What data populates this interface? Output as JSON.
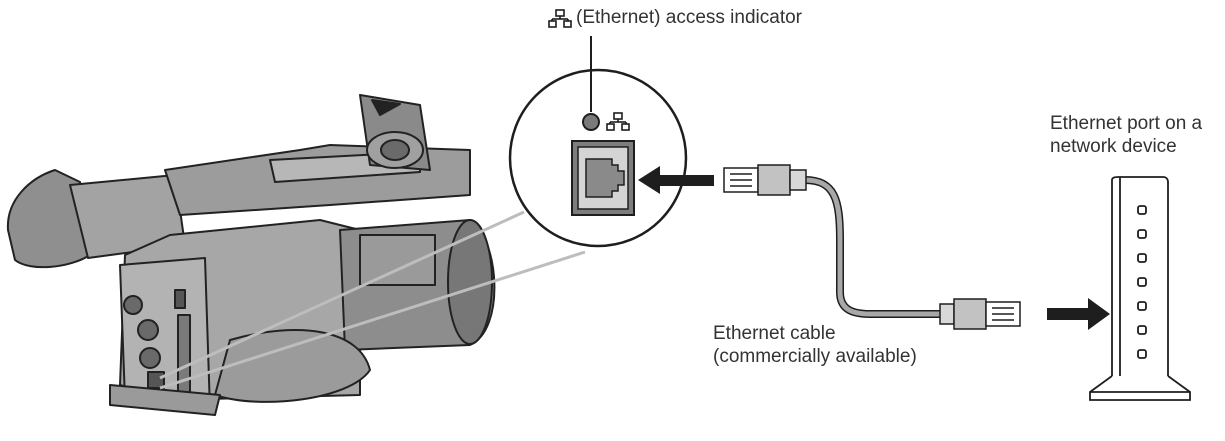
{
  "labels": {
    "access_indicator": "(Ethernet) access indicator",
    "network_port_line1": "Ethernet port on a",
    "network_port_line2": "network device",
    "cable_line1": "Ethernet cable",
    "cable_line2": "(commercially available)"
  },
  "icons": {
    "lan_icon": "lan-network-icon"
  },
  "colors": {
    "ink": "#2a2a2a",
    "body_gray": "#9a9a9a",
    "light_gray": "#cfcfcf",
    "cable_gray": "#a8a8a8",
    "port_fill": "#7d7d7d"
  }
}
